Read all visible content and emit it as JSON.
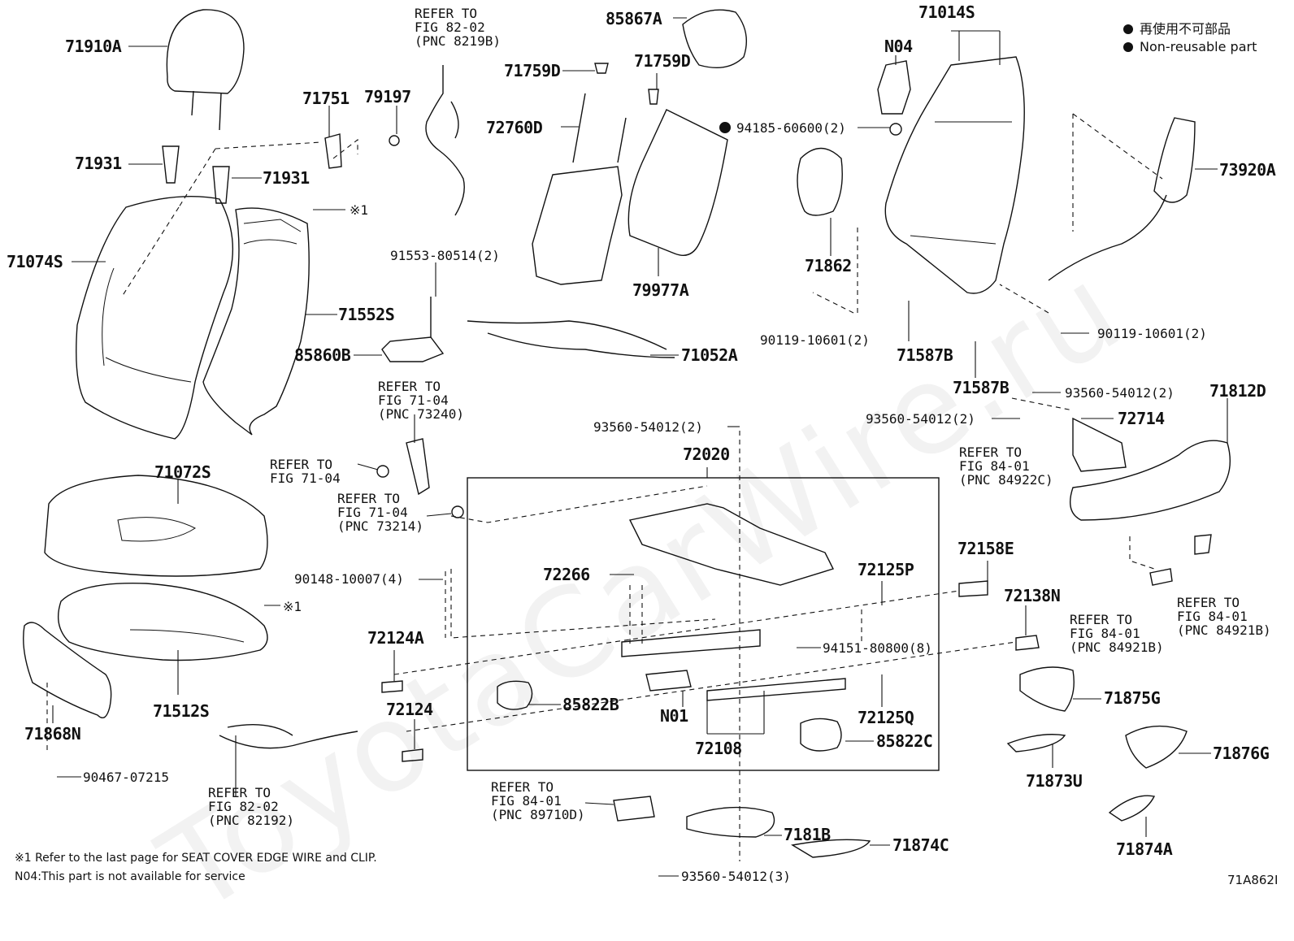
{
  "legend": [
    {
      "text": "再使用不可部品"
    },
    {
      "text": "Non-reusable part"
    }
  ],
  "watermark": "ToyotaCarWire.ru",
  "footnotes": [
    "※1 Refer to the last page for SEAT COVER EDGE WIRE and CLIP.",
    "N04:This part is not available for service"
  ],
  "figure_id": "71A862I",
  "callouts": {
    "p71910A": "71910A",
    "p71751": "71751",
    "p79197": "79197",
    "p71931a": "71931",
    "p71931b": "71931",
    "p71074S": "71074S",
    "p71552S": "71552S",
    "pRef1": "※1",
    "pRef2": "※1",
    "p85860B": "85860B",
    "p91553": "91553-80514(2)",
    "p71072S": "71072S",
    "p71512S": "71512S",
    "p71868N": "71868N",
    "p90467": "90467-07215",
    "p90148": "90148-10007(4)",
    "p85867A": "85867A",
    "p71759Da": "71759D",
    "p71759Db": "71759D",
    "p72760D": "72760D",
    "p79977A": "79977A",
    "p71052A": "71052A",
    "p71014S": "71014S",
    "pN04": "N04",
    "p94185": "94185-60600(2)",
    "p71862": "71862",
    "p90119a": "90119-10601(2)",
    "p71587Ba": "71587B",
    "p71587Bb": "71587B",
    "p90119b": "90119-10601(2)",
    "p73920A": "73920A",
    "p93560a": "93560-54012(2)",
    "p93560b": "93560-54012(2)",
    "p72714": "72714",
    "p71812D": "71812D",
    "p93560c": "93560-54012(2)",
    "p72020": "72020",
    "p72266": "72266",
    "p72125P": "72125P",
    "p72158E": "72158E",
    "p72138N": "72138N",
    "p94151": "94151-80800(8)",
    "p72124A": "72124A",
    "p72124": "72124",
    "p85822B": "85822B",
    "pN01": "N01",
    "p72108": "72108",
    "p72125Q": "72125Q",
    "p85822C": "85822C",
    "p71875G": "71875G",
    "p71876G": "71876G",
    "p71873U": "71873U",
    "p71874A": "71874A",
    "p7181B": "7181B",
    "p71874C": "71874C",
    "p93560d": "93560-54012(3)"
  },
  "refers": {
    "r8219B": [
      "REFER TO",
      "FIG 82-02",
      "(PNC 8219B)"
    ],
    "r73240": [
      "REFER TO",
      "FIG 71-04",
      "(PNC 73240)"
    ],
    "r7104": [
      "REFER TO",
      "FIG 71-04"
    ],
    "r73214": [
      "REFER TO",
      "FIG 71-04",
      "(PNC 73214)"
    ],
    "r82192": [
      "REFER TO",
      "FIG 82-02",
      "(PNC 82192)"
    ],
    "r84922C": [
      "REFER TO",
      "FIG 84-01",
      "(PNC 84922C)"
    ],
    "r84921Ba": [
      "REFER TO",
      "FIG 84-01",
      "(PNC 84921B)"
    ],
    "r84921Bb": [
      "REFER TO",
      "FIG 84-01",
      "(PNC 84921B)"
    ],
    "r89710D": [
      "REFER TO",
      "FIG 84-01",
      "(PNC 89710D)"
    ]
  }
}
